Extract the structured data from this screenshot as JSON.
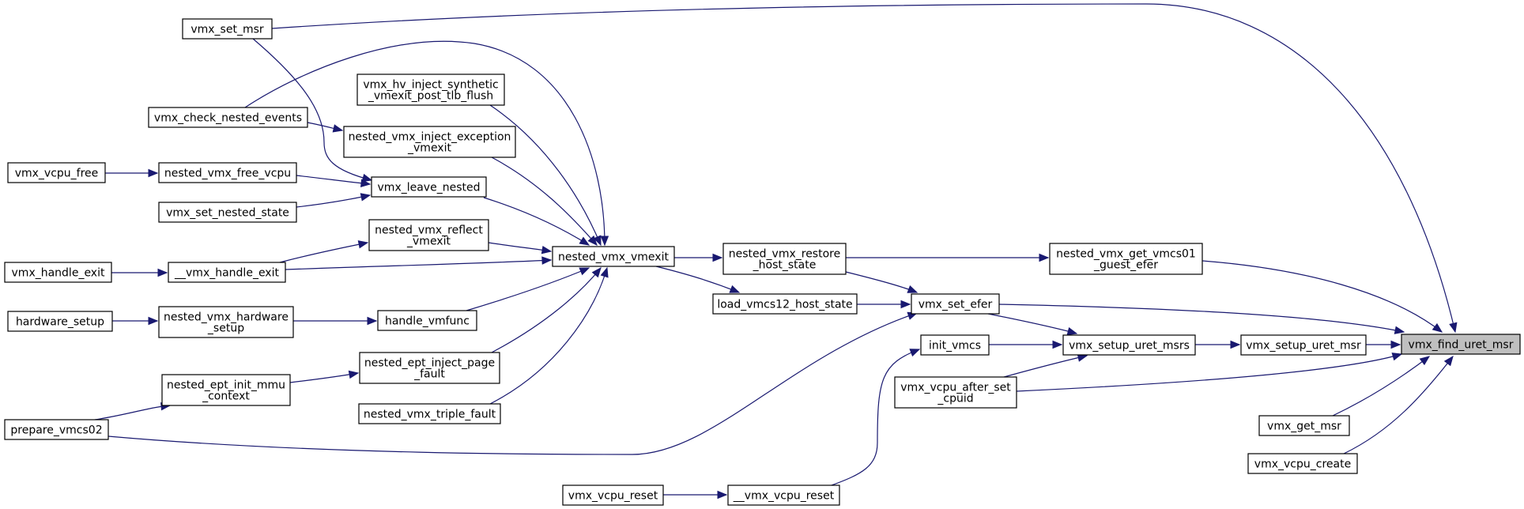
{
  "graph": {
    "edge_color": "#191970",
    "highlight_color": "#bfbfbf",
    "nodes": [
      {
        "id": "vmx_find_uret_msr",
        "lines": [
          "vmx_find_uret_msr"
        ],
        "highlight": true
      },
      {
        "id": "vmx_set_msr",
        "lines": [
          "vmx_set_msr"
        ]
      },
      {
        "id": "vmx_check_nested_events",
        "lines": [
          "vmx_check_nested_events"
        ]
      },
      {
        "id": "vmx_hv_inject",
        "lines": [
          "vmx_hv_inject_synthetic",
          "_vmexit_post_tlb_flush"
        ]
      },
      {
        "id": "nested_vmx_inject_exception",
        "lines": [
          "nested_vmx_inject_exception",
          "_vmexit"
        ]
      },
      {
        "id": "vmx_vcpu_free",
        "lines": [
          "vmx_vcpu_free"
        ]
      },
      {
        "id": "nested_vmx_free_vcpu",
        "lines": [
          "nested_vmx_free_vcpu"
        ]
      },
      {
        "id": "vmx_leave_nested",
        "lines": [
          "vmx_leave_nested"
        ]
      },
      {
        "id": "vmx_set_nested_state",
        "lines": [
          "vmx_set_nested_state"
        ]
      },
      {
        "id": "nested_vmx_reflect",
        "lines": [
          "nested_vmx_reflect",
          "_vmexit"
        ]
      },
      {
        "id": "vmx_handle_exit",
        "lines": [
          "vmx_handle_exit"
        ]
      },
      {
        "id": "__vmx_handle_exit",
        "lines": [
          "__vmx_handle_exit"
        ]
      },
      {
        "id": "nested_vmx_vmexit",
        "lines": [
          "nested_vmx_vmexit"
        ]
      },
      {
        "id": "nested_vmx_restore",
        "lines": [
          "nested_vmx_restore",
          "_host_state"
        ]
      },
      {
        "id": "nested_vmx_get_vmcs01",
        "lines": [
          "nested_vmx_get_vmcs01",
          "_guest_efer"
        ]
      },
      {
        "id": "hardware_setup",
        "lines": [
          "hardware_setup"
        ]
      },
      {
        "id": "nested_vmx_hardware_setup",
        "lines": [
          "nested_vmx_hardware",
          "_setup"
        ]
      },
      {
        "id": "handle_vmfunc",
        "lines": [
          "handle_vmfunc"
        ]
      },
      {
        "id": "load_vmcs12_host_state",
        "lines": [
          "load_vmcs12_host_state"
        ]
      },
      {
        "id": "vmx_set_efer",
        "lines": [
          "vmx_set_efer"
        ]
      },
      {
        "id": "init_vmcs",
        "lines": [
          "init_vmcs"
        ]
      },
      {
        "id": "vmx_setup_uret_msrs",
        "lines": [
          "vmx_setup_uret_msrs"
        ]
      },
      {
        "id": "vmx_setup_uret_msr",
        "lines": [
          "vmx_setup_uret_msr"
        ]
      },
      {
        "id": "vmx_vcpu_after_set_cpuid",
        "lines": [
          "vmx_vcpu_after_set",
          "_cpuid"
        ]
      },
      {
        "id": "nested_ept_init_mmu_context",
        "lines": [
          "nested_ept_init_mmu",
          "_context"
        ]
      },
      {
        "id": "nested_ept_inject_page_fault",
        "lines": [
          "nested_ept_inject_page",
          "_fault"
        ]
      },
      {
        "id": "prepare_vmcs02",
        "lines": [
          "prepare_vmcs02"
        ]
      },
      {
        "id": "nested_vmx_triple_fault",
        "lines": [
          "nested_vmx_triple_fault"
        ]
      },
      {
        "id": "vmx_get_msr",
        "lines": [
          "vmx_get_msr"
        ]
      },
      {
        "id": "vmx_vcpu_create",
        "lines": [
          "vmx_vcpu_create"
        ]
      },
      {
        "id": "vmx_vcpu_reset",
        "lines": [
          "vmx_vcpu_reset"
        ]
      },
      {
        "id": "__vmx_vcpu_reset",
        "lines": [
          "__vmx_vcpu_reset"
        ]
      }
    ],
    "edges": [
      [
        "vmx_set_msr",
        "vmx_find_uret_msr"
      ],
      [
        "nested_vmx_get_vmcs01",
        "vmx_find_uret_msr"
      ],
      [
        "vmx_set_efer",
        "vmx_find_uret_msr"
      ],
      [
        "vmx_setup_uret_msr",
        "vmx_find_uret_msr"
      ],
      [
        "vmx_vcpu_after_set_cpuid",
        "vmx_find_uret_msr"
      ],
      [
        "vmx_get_msr",
        "vmx_find_uret_msr"
      ],
      [
        "vmx_vcpu_create",
        "vmx_find_uret_msr"
      ],
      [
        "nested_vmx_restore",
        "nested_vmx_get_vmcs01"
      ],
      [
        "nested_vmx_restore",
        "vmx_set_efer"
      ],
      [
        "load_vmcs12_host_state",
        "vmx_set_efer"
      ],
      [
        "prepare_vmcs02",
        "vmx_set_efer"
      ],
      [
        "vmx_set_efer",
        "vmx_setup_uret_msrs"
      ],
      [
        "init_vmcs",
        "vmx_setup_uret_msrs"
      ],
      [
        "vmx_vcpu_after_set_cpuid",
        "vmx_setup_uret_msrs"
      ],
      [
        "vmx_setup_uret_msrs",
        "vmx_setup_uret_msr"
      ],
      [
        "__vmx_vcpu_reset",
        "init_vmcs"
      ],
      [
        "vmx_vcpu_reset",
        "__vmx_vcpu_reset"
      ],
      [
        "nested_vmx_vmexit",
        "nested_vmx_restore"
      ],
      [
        "nested_vmx_vmexit",
        "load_vmcs12_host_state"
      ],
      [
        "vmx_check_nested_events",
        "nested_vmx_vmexit"
      ],
      [
        "vmx_hv_inject",
        "nested_vmx_vmexit"
      ],
      [
        "nested_vmx_inject_exception",
        "nested_vmx_vmexit"
      ],
      [
        "vmx_leave_nested",
        "nested_vmx_vmexit"
      ],
      [
        "nested_vmx_reflect",
        "nested_vmx_vmexit"
      ],
      [
        "__vmx_handle_exit",
        "nested_vmx_vmexit"
      ],
      [
        "handle_vmfunc",
        "nested_vmx_vmexit"
      ],
      [
        "nested_ept_inject_page_fault",
        "nested_vmx_vmexit"
      ],
      [
        "nested_vmx_triple_fault",
        "nested_vmx_vmexit"
      ],
      [
        "vmx_check_nested_events",
        "nested_vmx_inject_exception"
      ],
      [
        "vmx_set_msr",
        "vmx_leave_nested"
      ],
      [
        "nested_vmx_free_vcpu",
        "vmx_leave_nested"
      ],
      [
        "vmx_set_nested_state",
        "vmx_leave_nested"
      ],
      [
        "vmx_vcpu_free",
        "nested_vmx_free_vcpu"
      ],
      [
        "__vmx_handle_exit",
        "nested_vmx_reflect"
      ],
      [
        "vmx_handle_exit",
        "__vmx_handle_exit"
      ],
      [
        "nested_vmx_hardware_setup",
        "handle_vmfunc"
      ],
      [
        "hardware_setup",
        "nested_vmx_hardware_setup"
      ],
      [
        "nested_ept_init_mmu_context",
        "nested_ept_inject_page_fault"
      ],
      [
        "prepare_vmcs02",
        "nested_ept_init_mmu_context"
      ]
    ]
  }
}
